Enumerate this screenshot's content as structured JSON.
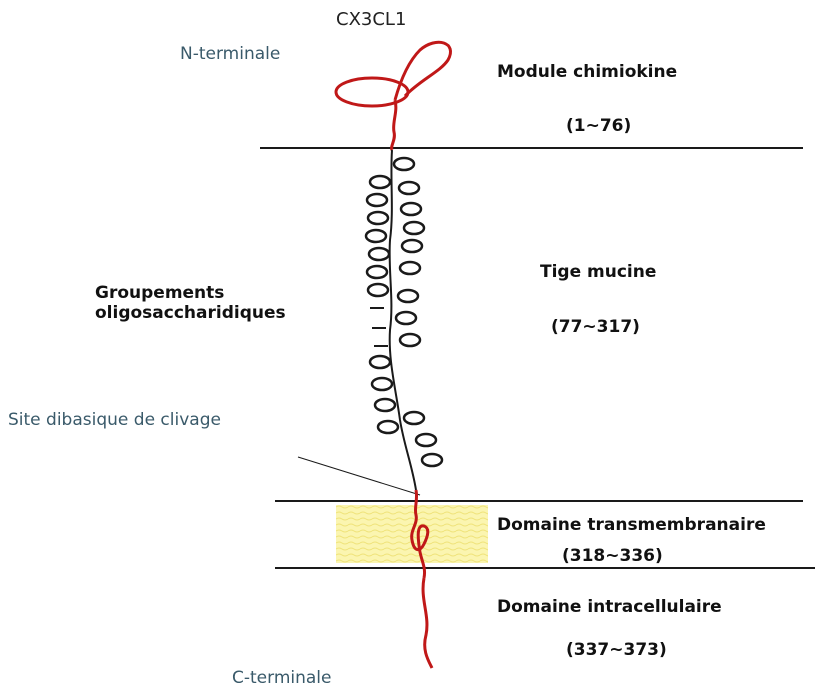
{
  "diagram": {
    "protein_name": "CX3CL1",
    "n_terminal": "N-terminale",
    "c_terminal": "C-terminale",
    "chemokine_module": {
      "label": "Module chimiokine",
      "range": "(1~76)"
    },
    "mucin_stalk": {
      "label": "Tige mucine",
      "range": "(77~317)"
    },
    "oligosaccharide_groups": {
      "line1": "Groupements",
      "line2": "oligosaccharidiques"
    },
    "cleavage_site": "Site dibasique de clivage",
    "transmembrane_domain": {
      "label": "Domaine transmembranaire",
      "range": "(318~336)"
    },
    "intracellular_domain": {
      "label": "Domaine intracellulaire",
      "range": "(337~373)"
    },
    "colors": {
      "protein_chain": "#c01818",
      "stalk": "#1a1a1a",
      "membrane": "#fbf5b0",
      "divider_lines": "#1a1a1a",
      "label_text": "#111111",
      "terminal_text": "#3a5a6a"
    }
  }
}
